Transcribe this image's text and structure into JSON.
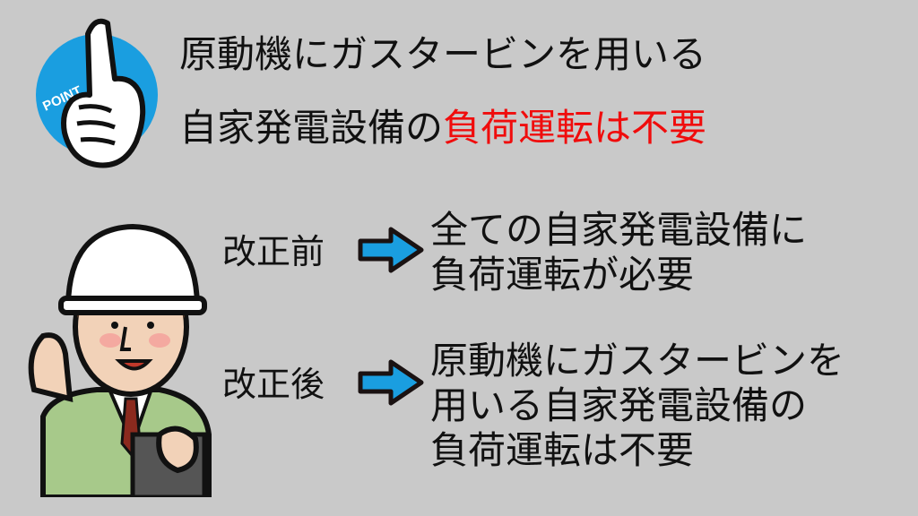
{
  "point_badge": {
    "label": "POINT",
    "color": "#1a9ee0"
  },
  "headline": {
    "line1": "原動機にガスタービンを用いる",
    "line2_prefix": "自家発電設備の",
    "line2_highlight": "負荷運転は不要",
    "highlight_color": "#f00c0c"
  },
  "before": {
    "label": "改正前",
    "lines": [
      "全ての自家発電設備に",
      "負荷運転が必要"
    ]
  },
  "after": {
    "label": "改正後",
    "lines": [
      "原動機にガスタービンを",
      "用いる自家発電設備の",
      "負荷運転は不要"
    ]
  },
  "colors": {
    "background": "#c9c9c9",
    "arrow": "#1a9ee0"
  }
}
